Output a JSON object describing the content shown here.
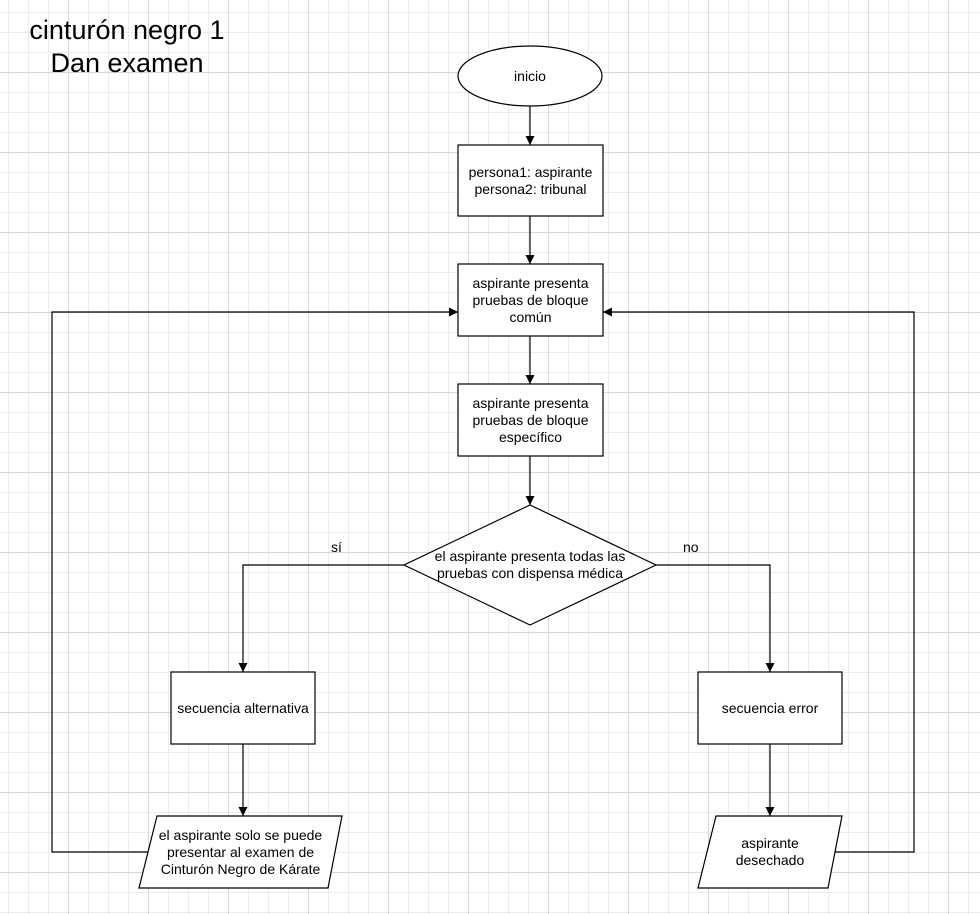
{
  "title": {
    "line1": "cinturón negro 1",
    "line2": "Dan examen"
  },
  "nodes": {
    "start": "inicio",
    "actors": "persona1: aspirante\npersona2: tribunal",
    "common_block": "aspirante presenta\npruebas de bloque\ncomún",
    "specific_block": "aspirante presenta\npruebas de bloque\nespecífico",
    "decision": "el aspirante presenta todas las\npruebas con dispensa médica",
    "alt_sequence": "secuencia alternativa",
    "error_sequence": "secuencia error",
    "alt_output": "el aspirante solo se puede\npresentar al examen de\nCinturón Negro de Kárate",
    "error_output": "aspirante\ndesechado"
  },
  "edge_labels": {
    "yes": "sí",
    "no": "no"
  },
  "colors": {
    "stroke": "#000000",
    "fill": "#ffffff",
    "grid": "#d6d6d6"
  }
}
